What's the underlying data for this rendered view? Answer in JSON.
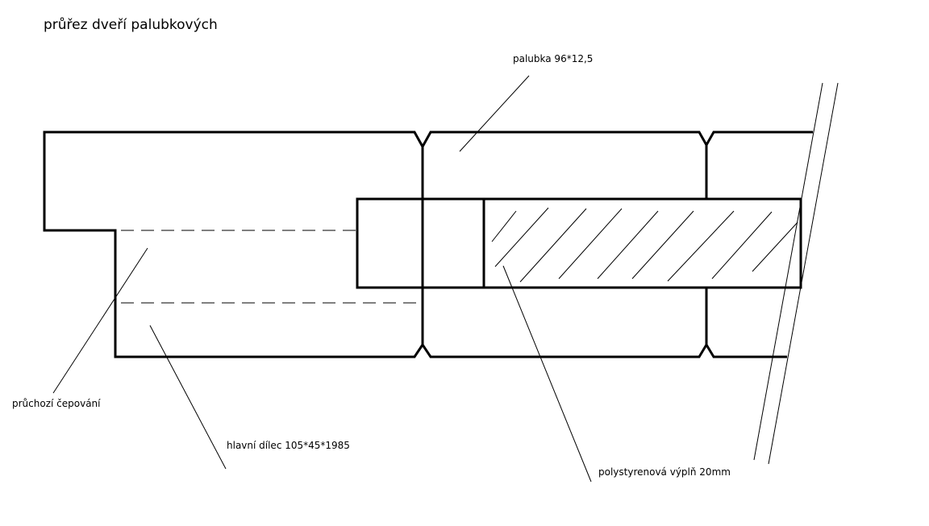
{
  "title": "průřez dveří palubkových",
  "labels": {
    "palubka": "palubka 96*12,5",
    "cepovani": "průchozí čepování",
    "dilec": "hlavní dílec 105*45*1985",
    "vypln": "polystyrenová výplň 20mm"
  },
  "colors": {
    "line": "#000000",
    "background": "#ffffff"
  }
}
